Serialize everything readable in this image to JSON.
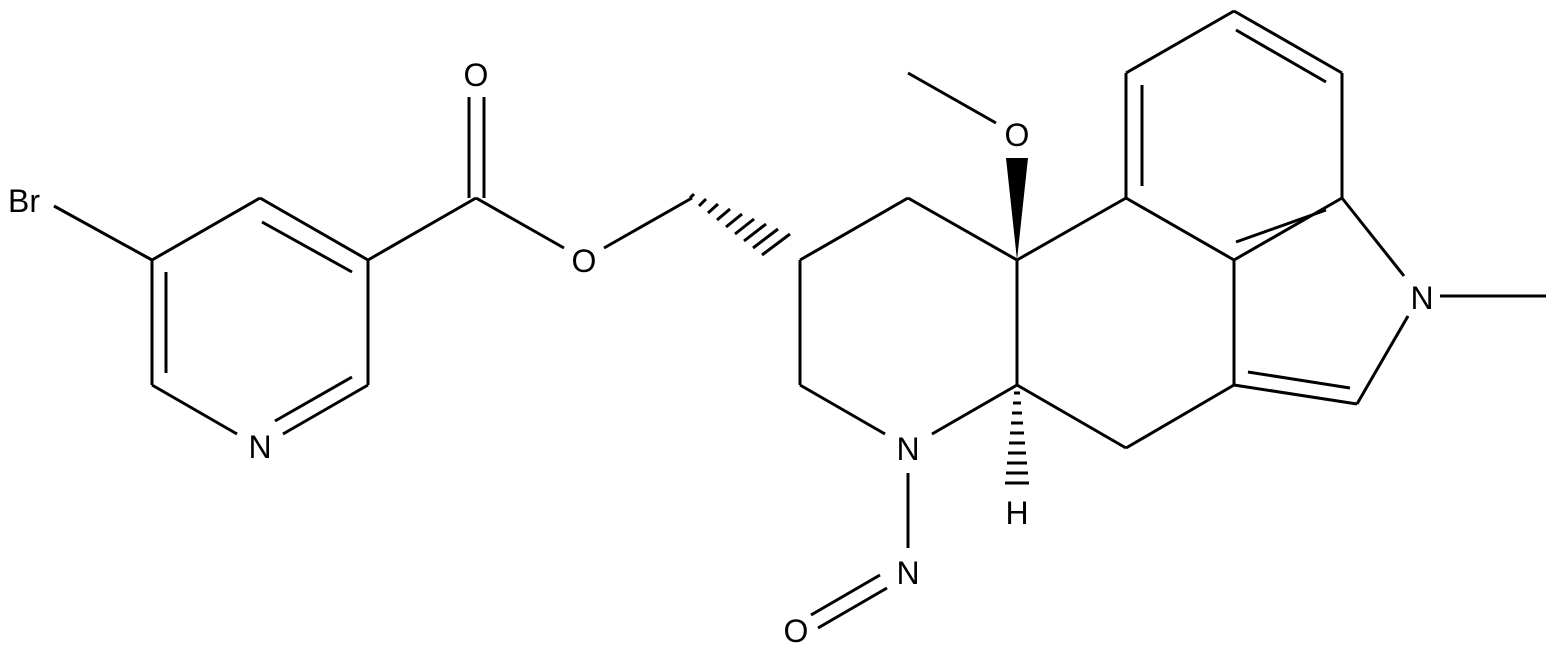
{
  "atoms": {
    "br": "Br",
    "n_pyridine": "N",
    "o_carbonyl": "O",
    "o_ester": "O",
    "o_methoxy": "O",
    "n_amine": "N",
    "h_stereo": "H",
    "n_nitroso": "N",
    "o_nitroso": "O",
    "n_indole": "N"
  },
  "colors": {
    "ink": "#000000",
    "background": "#ffffff"
  }
}
